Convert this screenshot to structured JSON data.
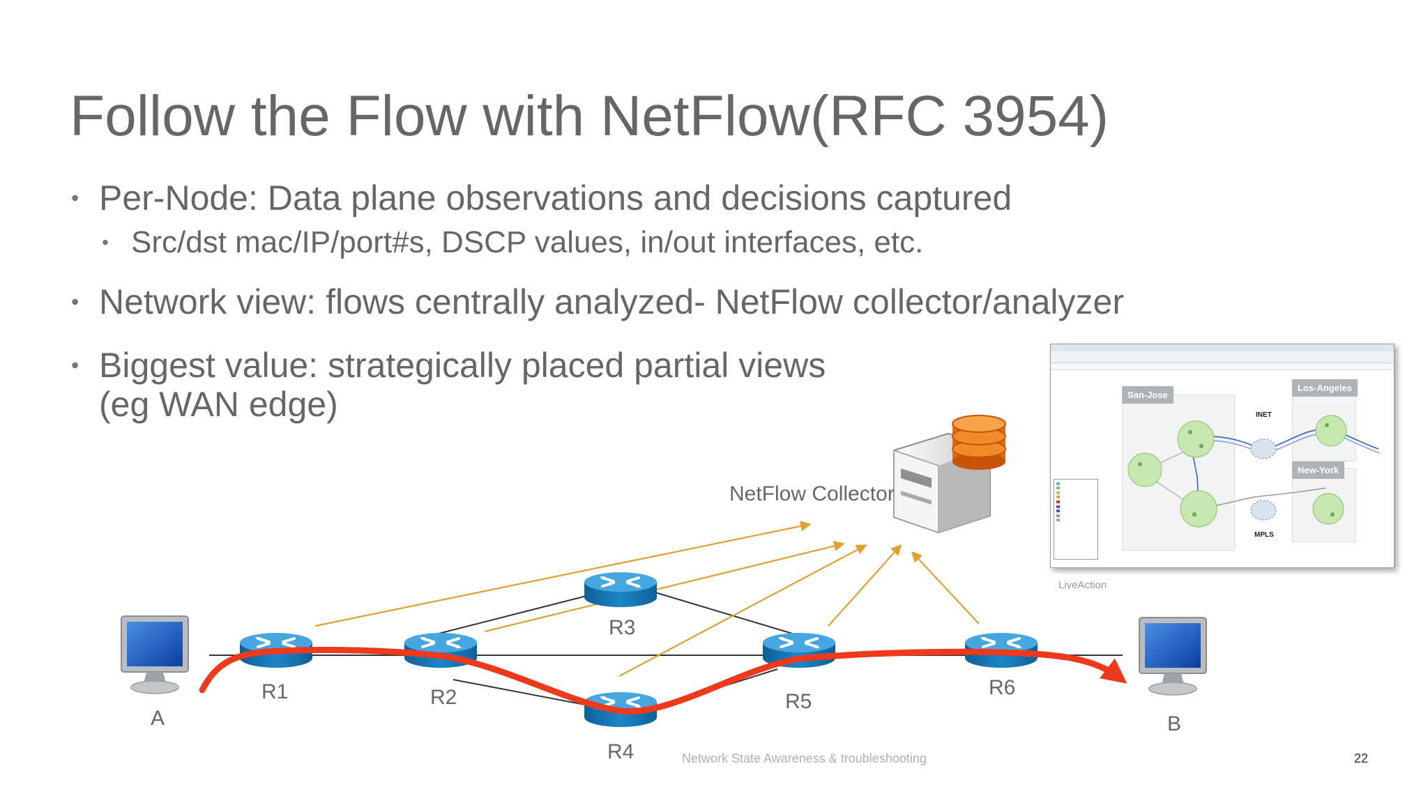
{
  "slide": {
    "title": "Follow the Flow with NetFlow(RFC 3954)",
    "bullets": [
      "Per-Node: Data plane observations and decisions captured",
      "Src/dst mac/IP/port#s, DSCP values, in/out interfaces, etc.",
      "Network view: flows centrally analyzed- NetFlow collector/analyzer",
      "Biggest value: strategically placed partial views",
      "(eg WAN edge)"
    ],
    "bullet_glyph": "•",
    "footer": "Network State Awareness & troubleshooting",
    "page_number": "22"
  },
  "diagram": {
    "collector_label": "NetFlow Collector",
    "hosts": {
      "a": "A",
      "b": "B"
    },
    "routers": {
      "r1": "R1",
      "r2": "R2",
      "r3": "R3",
      "r4": "R4",
      "r5": "R5",
      "r6": "R6"
    },
    "colors": {
      "flow_path": "#ee3a1c",
      "export_arrows": "#e0a030",
      "router": "#1d86c8",
      "router_top": "#46a6df"
    },
    "icons": [
      "monitor-icon",
      "router-icon",
      "server-icon",
      "database-icon"
    ]
  },
  "screenshot": {
    "caption": "LiveAction",
    "sites": [
      "San-Jose",
      "Los-Angeles",
      "New-York"
    ],
    "clouds": [
      "INET",
      "MPLS"
    ]
  }
}
